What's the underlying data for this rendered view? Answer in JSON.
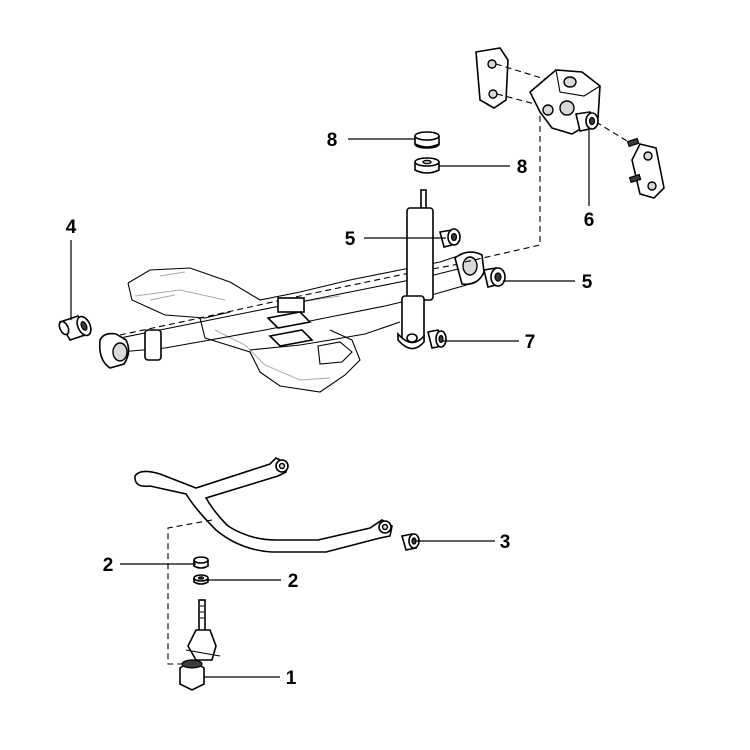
{
  "callouts": [
    {
      "id": "c1",
      "text": "1"
    },
    {
      "id": "c2a",
      "text": "2"
    },
    {
      "id": "c2b",
      "text": "2"
    },
    {
      "id": "c3",
      "text": "3"
    },
    {
      "id": "c4",
      "text": "4"
    },
    {
      "id": "c5a",
      "text": "5"
    },
    {
      "id": "c5b",
      "text": "5"
    },
    {
      "id": "c6",
      "text": "6"
    },
    {
      "id": "c7",
      "text": "7"
    },
    {
      "id": "c8a",
      "text": "8"
    },
    {
      "id": "c8b",
      "text": "8"
    }
  ]
}
